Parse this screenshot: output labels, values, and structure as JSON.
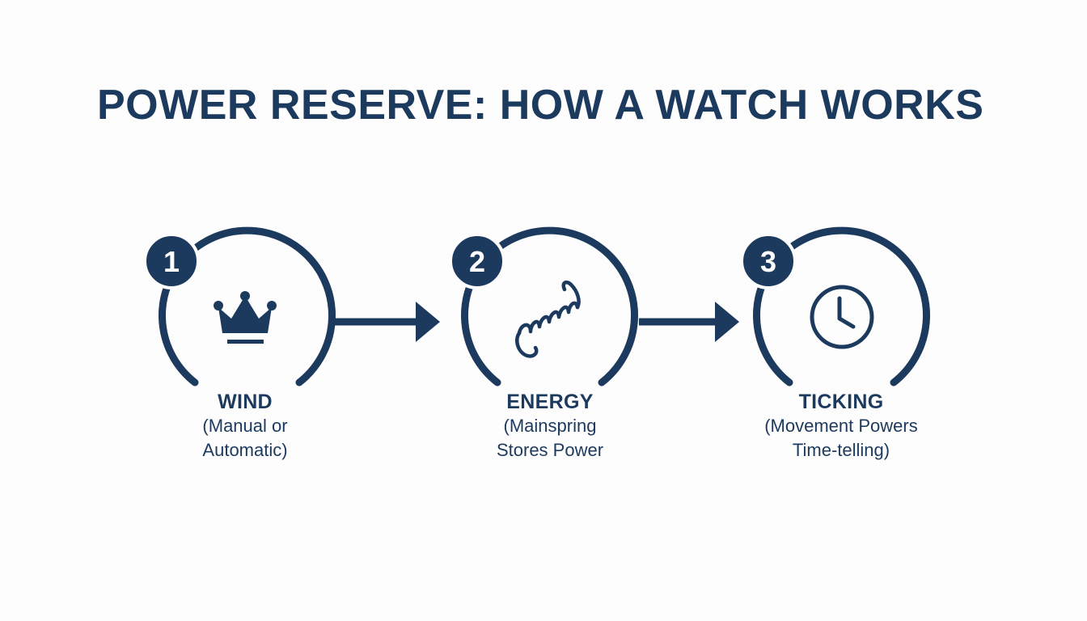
{
  "title": "POWER RESERVE: HOW A WATCH WORKS",
  "colors": {
    "primary": "#1c3a5e",
    "background": "#fdfdfd",
    "badge_text": "#ffffff"
  },
  "steps": [
    {
      "number": "1",
      "icon": "crown-icon",
      "heading": "WIND",
      "line1": "(Manual or",
      "line2": "Automatic)"
    },
    {
      "number": "2",
      "icon": "coil-spring-icon",
      "heading": "ENERGY",
      "line1": "(Mainspring",
      "line2": "Stores Power"
    },
    {
      "number": "3",
      "icon": "clock-icon",
      "heading": "TICKING",
      "line1": "(Movement Powers",
      "line2": "Time-telling)"
    }
  ]
}
